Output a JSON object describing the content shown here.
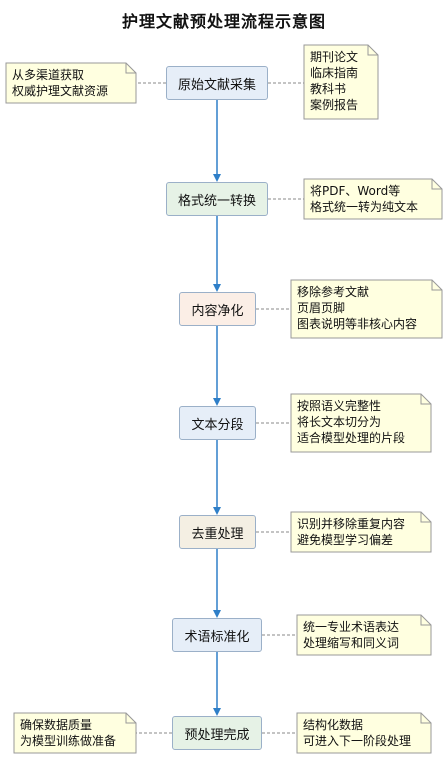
{
  "title": "护理文献预处理流程示意图",
  "colors": {
    "arrow": "#2f7fc8",
    "note_fill": "#ffffe0",
    "note_border": "#999999",
    "step_border": "#9bb0c8"
  },
  "steps": [
    {
      "label": "原始文献采集",
      "color": "#e6eef8"
    },
    {
      "label": "格式统一转换",
      "color": "#e6f2e6"
    },
    {
      "label": "内容净化",
      "color": "#fbeee6"
    },
    {
      "label": "文本分段",
      "color": "#e6eef8"
    },
    {
      "label": "去重处理",
      "color": "#f4efe3"
    },
    {
      "label": "术语标准化",
      "color": "#e6eef8"
    },
    {
      "label": "预处理完成",
      "color": "#e6f2e6"
    }
  ],
  "notes": {
    "collect_left": "从多渠道获取\n权威护理文献资源",
    "collect_right": "期刊论文\n临床指南\n教科书\n案例报告",
    "convert": "将PDF、Word等\n格式统一转为纯文本",
    "clean": "移除参考文献\n页眉页脚\n图表说明等非核心内容",
    "segment": "按照语义完整性\n将长文本切分为\n适合模型处理的片段",
    "dedup": "识别并移除重复内容\n避免模型学习偏差",
    "term": "统一专业术语表达\n处理缩写和同义词",
    "done_left": "确保数据质量\n为模型训练做准备",
    "done_right": "结构化数据\n可进入下一阶段处理"
  }
}
